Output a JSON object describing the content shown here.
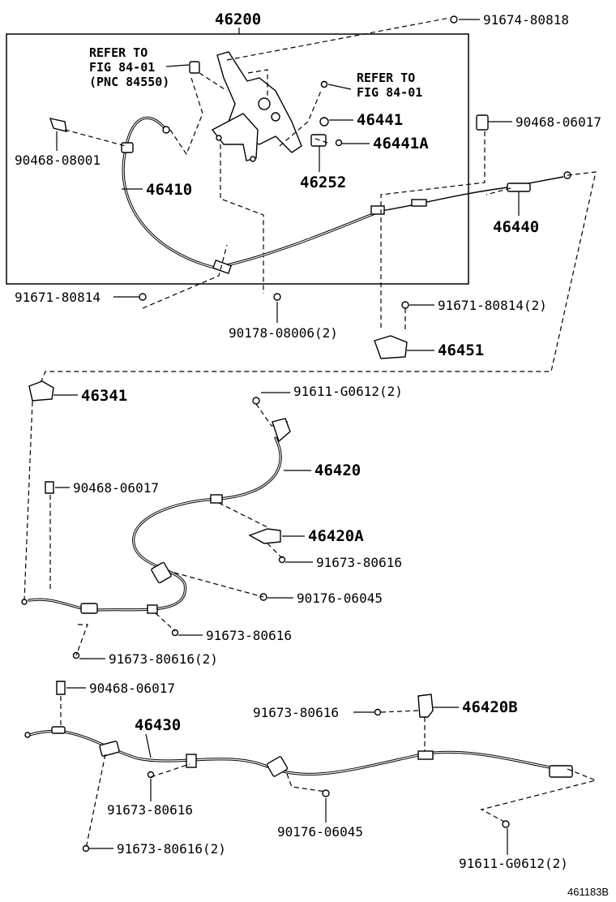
{
  "assembly_label": "46200",
  "references": {
    "ref_left": [
      "REFER TO",
      "FIG 84-01",
      "(PNC 84550)"
    ],
    "ref_right": [
      "REFER TO",
      "FIG 84-01"
    ]
  },
  "part_labels": {
    "p_91674_80818": "91674-80818",
    "p_90468_06017_top": "90468-06017",
    "p_90468_08001": "90468-08001",
    "p_46441": "46441",
    "p_46441A": "46441A",
    "p_46252": "46252",
    "p_46410": "46410",
    "p_46440": "46440",
    "p_91671_80814": "91671-80814",
    "p_90178_08006": "90178-08006(2)",
    "p_91671_80814_2": "91671-80814(2)",
    "p_46451": "46451",
    "p_46341": "46341",
    "p_91611_G0612_a": "91611-G0612(2)",
    "p_46420": "46420",
    "p_90468_06017_mid": "90468-06017",
    "p_46420A": "46420A",
    "p_91673_80616_a": "91673-80616",
    "p_90176_06045_a": "90176-06045",
    "p_91673_80616_b": "91673-80616",
    "p_91673_80616_2a": "91673-80616(2)",
    "p_90468_06017_low": "90468-06017",
    "p_91673_80616_c": "91673-80616",
    "p_46420B": "46420B",
    "p_46430": "46430",
    "p_91673_80616_d": "91673-80616",
    "p_90176_06045_b": "90176-06045",
    "p_91673_80616_2b": "91673-80616(2)",
    "p_91611_G0612_b": "91611-G0612(2)"
  },
  "figure_code": "461183B"
}
